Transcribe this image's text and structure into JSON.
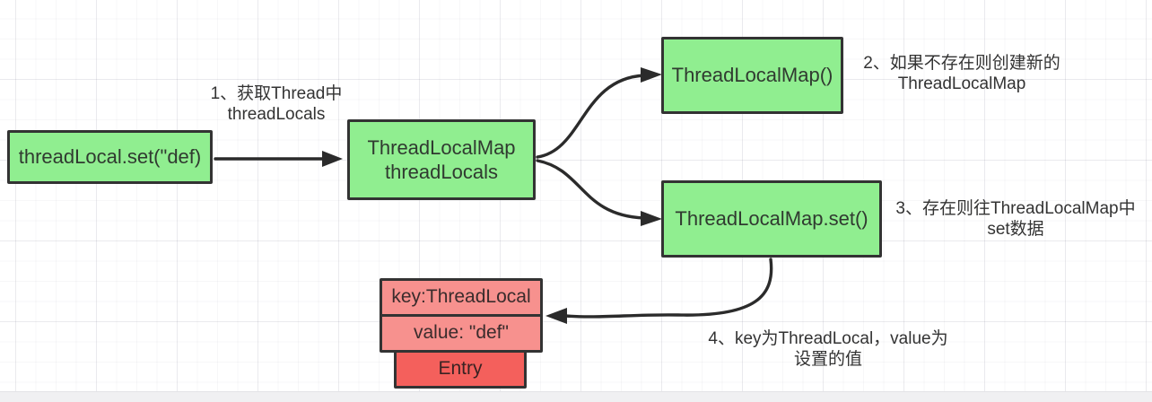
{
  "diagram_title": "ThreadLocal set flow",
  "colors": {
    "green": "#90ee90",
    "pink": "#f7918e",
    "red": "#f4605c",
    "border": "#333333",
    "arrow": "#2b2b2b",
    "bottom_bar": "#f0f0f2"
  },
  "nodes": {
    "thread_local_set": {
      "label": "threadLocal.set(\"def)"
    },
    "thread_local_map": {
      "line1": "ThreadLocalMap",
      "line2": "threadLocals"
    },
    "thread_local_map_ctor": {
      "label": "ThreadLocalMap()"
    },
    "thread_local_map_set": {
      "label": "ThreadLocalMap.set()"
    },
    "entry_key": {
      "label": "key:ThreadLocal"
    },
    "entry_value": {
      "label": "value: \"def\""
    },
    "entry": {
      "label": "Entry"
    }
  },
  "annotations": {
    "step1": {
      "line1": "1、获取Thread中",
      "line2": "threadLocals"
    },
    "step2": {
      "line1": "2、如果不存在则创建新的",
      "line2": "ThreadLocalMap"
    },
    "step3": {
      "line1": "3、存在则往ThreadLocalMap中",
      "line2": "set数据"
    },
    "step4": {
      "line1": "4、key为ThreadLocal，value为",
      "line2": "设置的值"
    }
  }
}
